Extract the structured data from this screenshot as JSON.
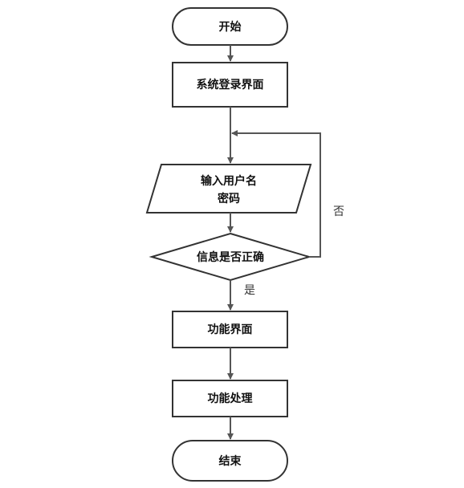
{
  "nodes": {
    "start": "开始",
    "login": "系统登录界面",
    "input_line1": "输入用户名",
    "input_line2": "密码",
    "decision": "信息是否正确",
    "function_ui": "功能界面",
    "function_process": "功能处理",
    "end": "结束"
  },
  "edges": {
    "yes": "是",
    "no": "否"
  }
}
